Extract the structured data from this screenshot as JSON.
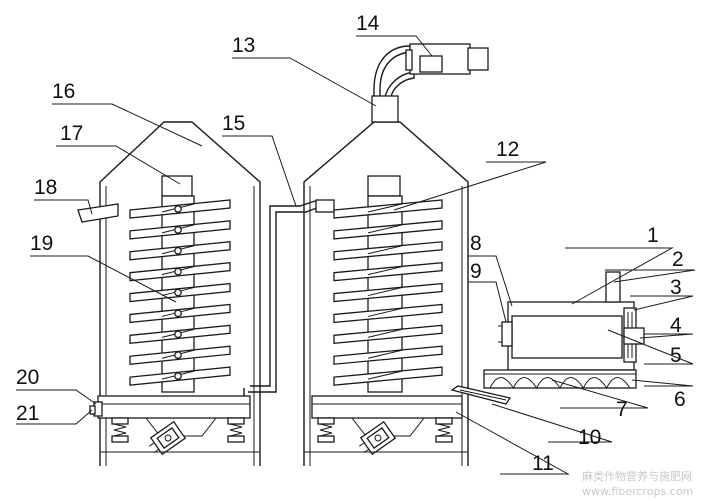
{
  "labels": {
    "l1": "1",
    "l2": "2",
    "l3": "3",
    "l4": "4",
    "l5": "5",
    "l6": "6",
    "l7": "7",
    "l8": "8",
    "l9": "9",
    "l10": "10",
    "l11": "11",
    "l12": "12",
    "l13": "13",
    "l14": "14",
    "l15": "15",
    "l16": "16",
    "l17": "17",
    "l18": "18",
    "l19": "19",
    "l20": "20",
    "l21": "21"
  },
  "watermark": {
    "line1": "麻类作物营养与施肥网",
    "line2": "www.fibercrops.com"
  },
  "figure": {
    "left_spiral_turns": 9,
    "right_spiral_turns": 9,
    "screw_flights": 6
  }
}
